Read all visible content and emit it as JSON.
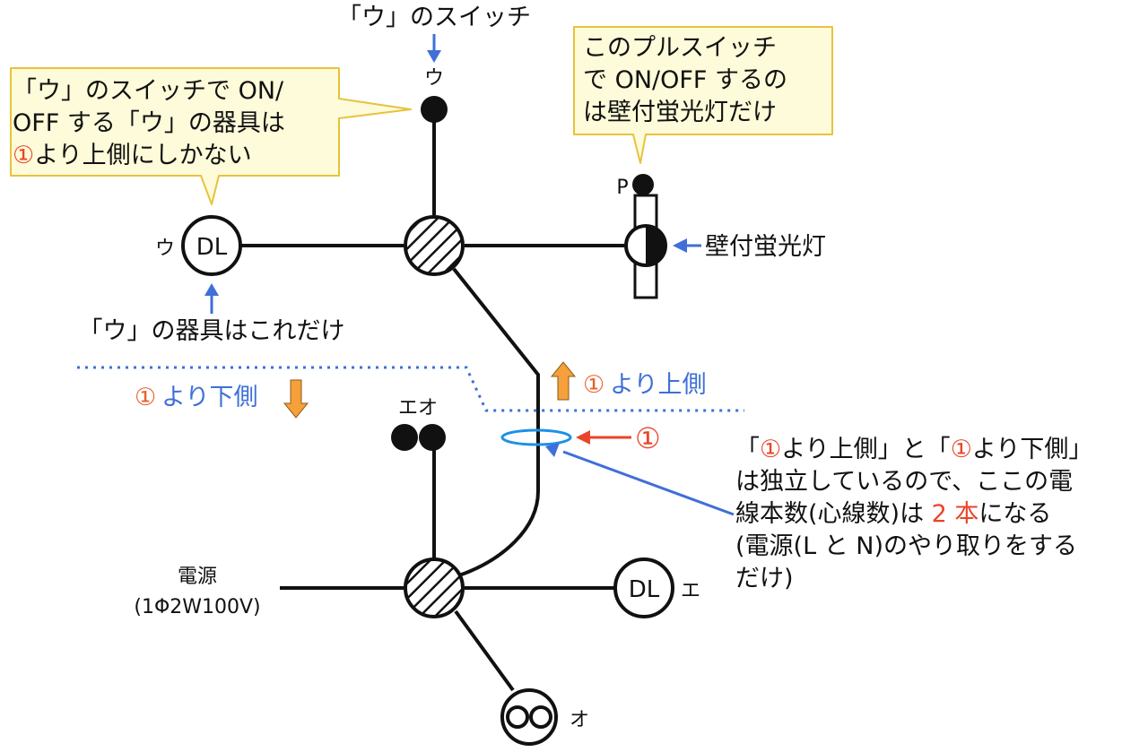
{
  "labels": {
    "u_switch": "「ウ」のスイッチ",
    "u_label_top": "ウ",
    "u_label_dl": "ウ",
    "dl_text_top": "DL",
    "dl_text_bottom": "DL",
    "e_label": "エ",
    "o_label": "オ",
    "eo_label": "エオ",
    "p_label": "P",
    "wall_fluorescent": "壁付蛍光灯",
    "u_fixture_only": "「ウ」の器具はこれだけ",
    "above_1": "より上側",
    "below_1": "より下側",
    "circle_one": "①",
    "power_line1": "電源",
    "power_line2": "(1Φ2W100V)"
  },
  "callout_left": {
    "line1": "「ウ」のスイッチで ON/",
    "line2": "OFF する「ウ」の器具は",
    "line3_mark": "①",
    "line3_rest": "より上側にしかない"
  },
  "callout_right": {
    "line1": "このプルスイッチ",
    "line2": "で ON/OFF するの",
    "line3": "は壁付蛍光灯だけ"
  },
  "note": {
    "line1_a": "「",
    "line1_b": "①",
    "line1_c": "より上側」と「",
    "line1_d": "①",
    "line1_e": "より下側」",
    "line2": "は独立しているので、ここの電",
    "line3_a": "線本数(心線数)は ",
    "line3_b": "2 本",
    "line3_c": "になる",
    "line4": "(電源(L と N)のやり取りをする",
    "line5": "だけ)"
  },
  "colors": {
    "callout_fill": "#fdfbd9",
    "callout_stroke": "#e8c23c",
    "blue": "#3f6fd8",
    "red": "#e8452a",
    "orange_arrow": "#f5a03a",
    "dotted": "#3f6fd8"
  }
}
